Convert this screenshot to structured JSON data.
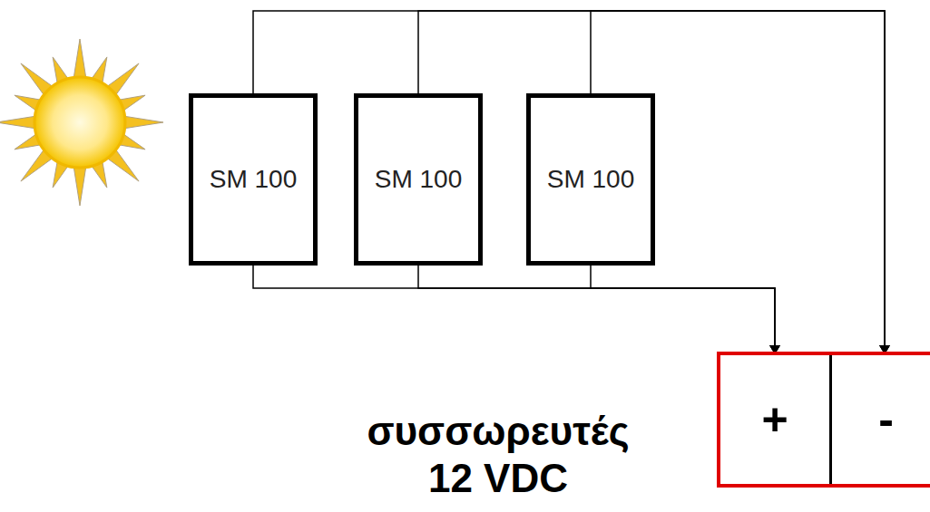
{
  "diagram": {
    "nodes": [
      {
        "text": [
          "SM 100"
        ]
      },
      {
        "text": [
          "SM 100"
        ]
      },
      {
        "text": [
          "SM 100"
        ]
      },
      {
        "text": [
          "συσσωρευτές 12 VDC"
        ]
      },
      {
        "text": [
          "+"
        ],
        "in": 3
      },
      {
        "text": [
          "-"
        ],
        "in": 3
      }
    ],
    "edges": [
      {
        "from": 0,
        "to": 4,
        "arrow": "to"
      },
      {
        "from": 1,
        "to": 4,
        "arrow": "to"
      },
      {
        "from": 2,
        "to": 4,
        "arrow": "to"
      },
      {
        "from": 0,
        "to": 5,
        "arrow": "to"
      },
      {
        "from": 1,
        "to": 5,
        "arrow": "to"
      },
      {
        "from": 2,
        "to": 5,
        "arrow": "to"
      }
    ]
  }
}
